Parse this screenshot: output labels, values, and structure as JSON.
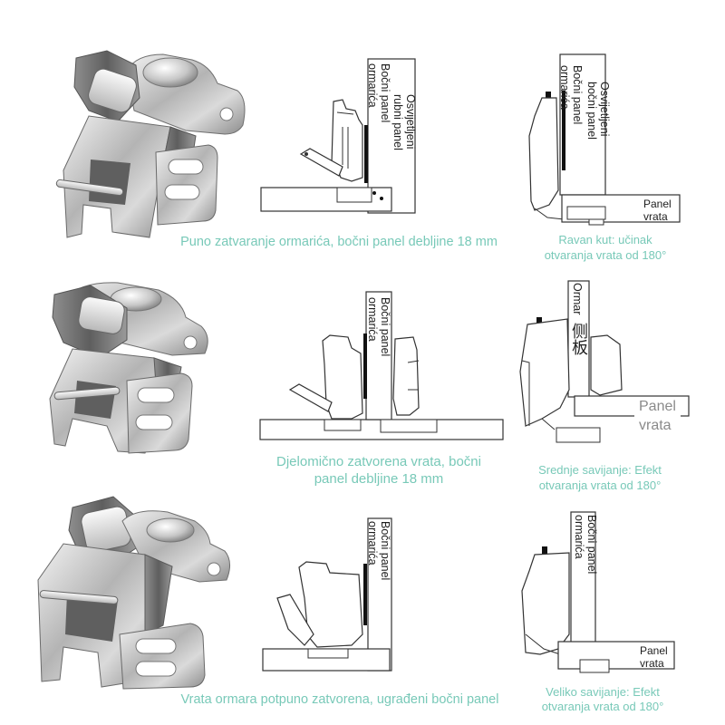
{
  "colors": {
    "caption": "#78c9b8",
    "outline": "#333333",
    "mount_plate": "#111111",
    "door_label_large": "#8a8a8a"
  },
  "rows": [
    {
      "mounting": {
        "side_panel_label": [
          "Bočni panel",
          "ormarića"
        ],
        "edge_panel_label": [
          "Osvijetljeni",
          "rubni panel"
        ],
        "caption_lines": [
          "Puno zatvaranje ormarića, bočni panel debljine 18 mm"
        ]
      },
      "opening": {
        "side_panel_label": [
          "Bočni panel",
          "ormarića"
        ],
        "edge_panel_label": [
          "Osvijetljeni",
          "bočni panel"
        ],
        "door_label": [
          "Panel",
          "vrata"
        ],
        "caption_lines": [
          "Ravan kut: učinak",
          "otvaranja vrata od 180°"
        ]
      }
    },
    {
      "mounting": {
        "side_panel_label": [
          "Bočni panel",
          "ormarića"
        ],
        "caption_lines": [
          "Djelomično zatvorena vrata, bočni",
          "panel debljine 18 mm"
        ]
      },
      "opening": {
        "side_panel_label_latin": "Ormar",
        "side_panel_label_cjk": "侧板",
        "door_label": [
          "Panel",
          "vrata"
        ],
        "caption_lines": [
          "Srednje savijanje: Efekt",
          "otvaranja vrata od 180°"
        ]
      }
    },
    {
      "mounting": {
        "side_panel_label": [
          "Bočni panel",
          "ormarića"
        ],
        "caption_lines": [
          "Vrata ormara potpuno zatvorena, ugrađeni bočni panel"
        ]
      },
      "opening": {
        "side_panel_label": [
          "Bočni panel",
          "ormarića"
        ],
        "door_label": [
          "Panel",
          "vrata"
        ],
        "caption_lines": [
          "Veliko savijanje: Efekt",
          "otvaranja vrata od 180°"
        ]
      }
    }
  ]
}
